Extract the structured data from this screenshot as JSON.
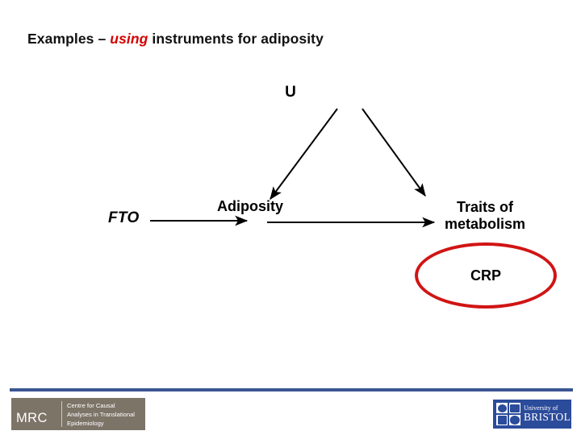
{
  "slide": {
    "title_prefix": "Examples – ",
    "title_emphasis": "using",
    "title_suffix": " instruments for adiposity",
    "background_color": "#ffffff"
  },
  "diagram": {
    "type": "causal-dag",
    "nodes": [
      {
        "id": "u",
        "label": "U"
      },
      {
        "id": "fto",
        "label": "FTO"
      },
      {
        "id": "adiposity",
        "label": "Adiposity"
      },
      {
        "id": "traits",
        "label": "Traits of\nmetabolism",
        "line1": "Traits of",
        "line2": "metabolism"
      }
    ],
    "edges": [
      {
        "from": "u",
        "to": "adiposity"
      },
      {
        "from": "u",
        "to": "traits"
      },
      {
        "from": "fto",
        "to": "adiposity"
      },
      {
        "from": "adiposity",
        "to": "traits"
      }
    ],
    "arrow_color": "#000000"
  },
  "highlight": {
    "label": "CRP",
    "shape": "ellipse",
    "outline_color": "#d11414",
    "fill_color": "#ffffff"
  },
  "footer": {
    "rule_color": "#3b5592",
    "mrc": {
      "acronym": "MRC",
      "line1": "Centre for Causal",
      "line2": "Analyses in Translational",
      "line3": "Epidemiology",
      "background_color": "#7d7468"
    },
    "bristol": {
      "line1": "University of",
      "line2": "BRISTOL",
      "background_color": "#2b4b9b"
    }
  }
}
